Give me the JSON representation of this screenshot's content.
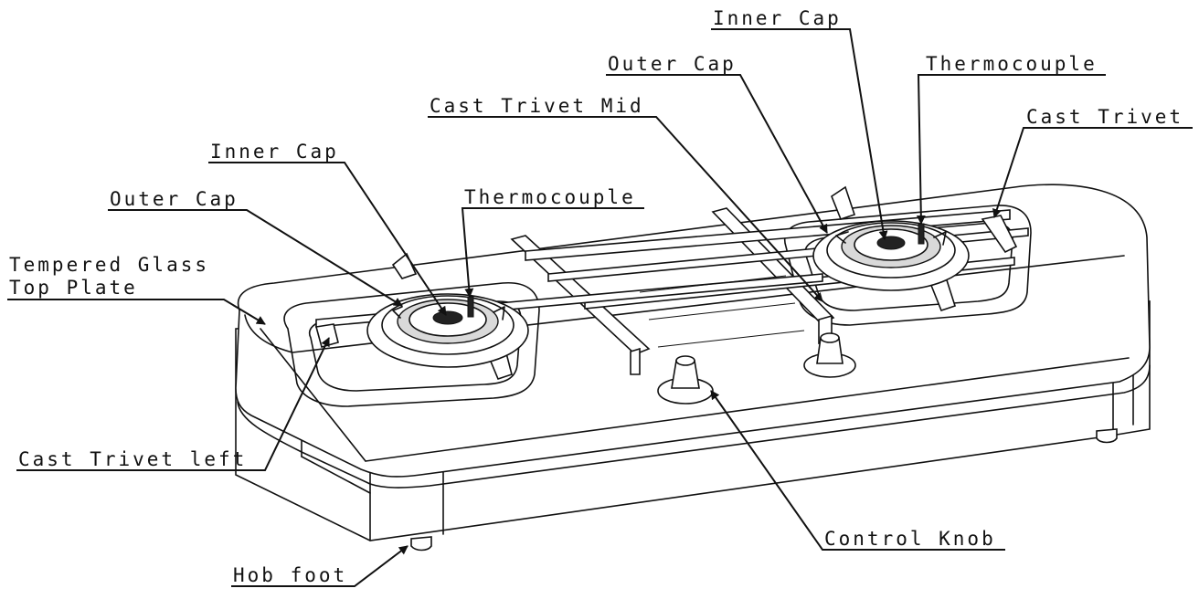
{
  "labels": {
    "inner_cap_right": "Inner Cap",
    "outer_cap_right": "Outer Cap",
    "thermocouple_right": "Thermocouple",
    "cast_trivet_mid": "Cast Trivet Mid",
    "cast_trivet": "Cast Trivet",
    "inner_cap_left": "Inner Cap",
    "outer_cap_left": "Outer Cap",
    "thermocouple_left": "Thermocouple",
    "tempered_glass_line1": "Tempered Glass",
    "tempered_glass_line2": "Top Plate",
    "cast_trivet_left": "Cast Trivet left",
    "control_knob": "Control Knob",
    "hob_foot": "Hob foot"
  }
}
